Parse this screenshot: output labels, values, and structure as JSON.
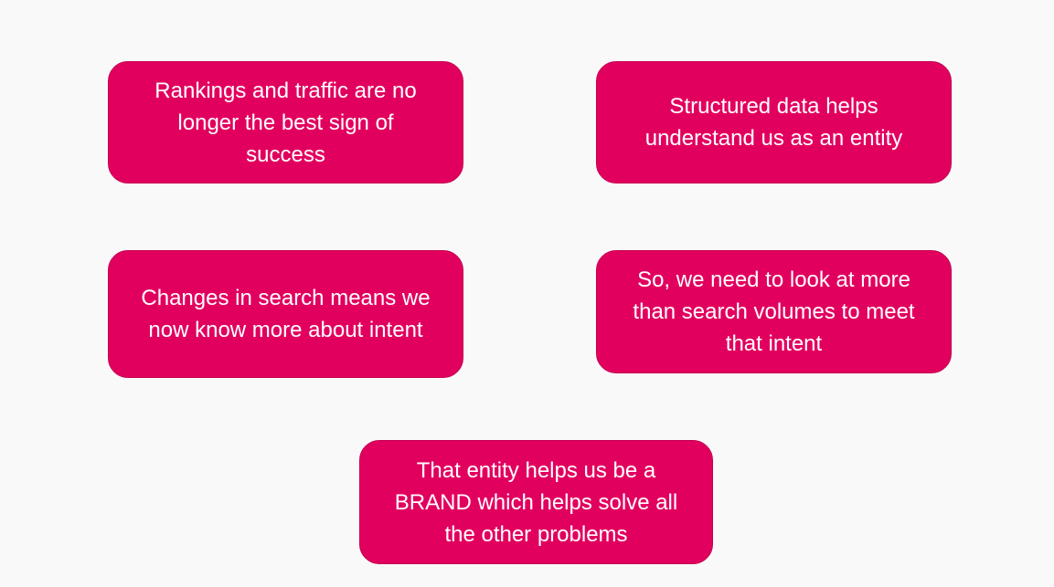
{
  "accent_color": "#e2005f",
  "boxes": [
    {
      "text": "Rankings and traffic are no longer the best sign of success"
    },
    {
      "text": "Structured data helps understand us as an entity"
    },
    {
      "text": "Changes in search means we now know more about intent"
    },
    {
      "text": "So, we need to look at more than search volumes to meet that intent"
    },
    {
      "text": "That entity helps us be a BRAND which helps solve all the other problems"
    }
  ]
}
